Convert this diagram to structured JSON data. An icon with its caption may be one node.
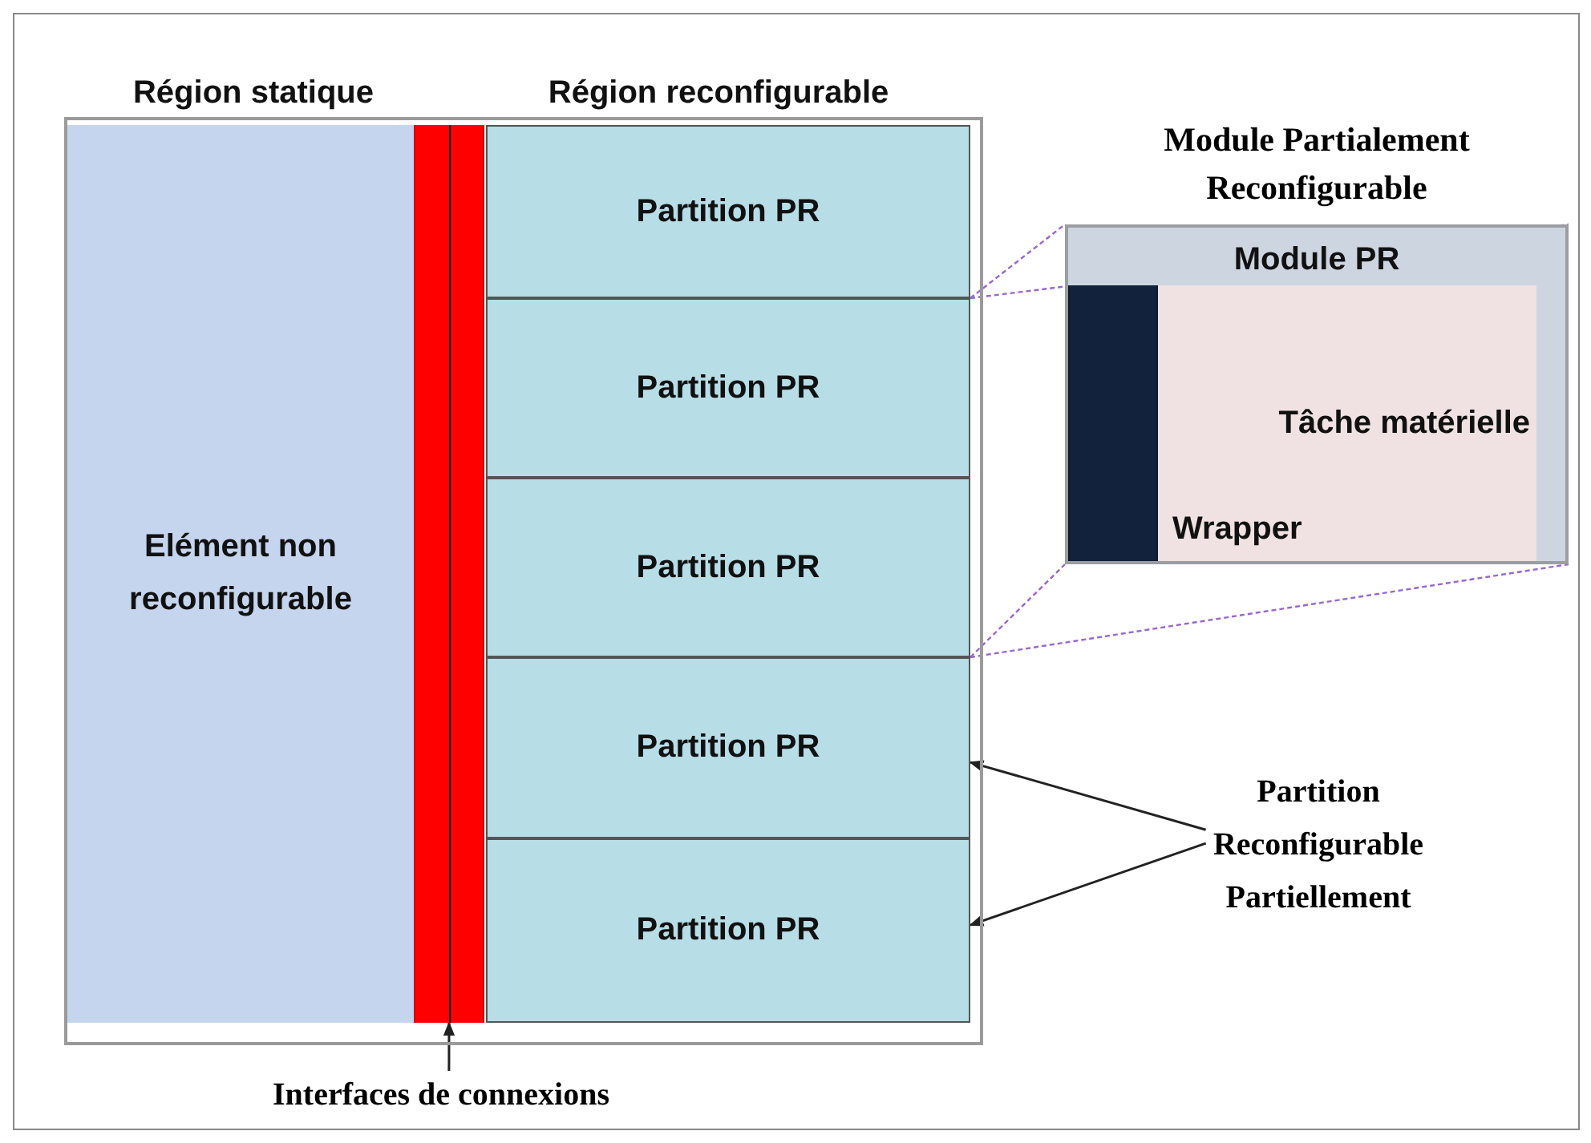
{
  "diagram": {
    "nodes": [
      {
        "text": [],
        "shape": "box"
      },
      {
        "text": [
          "Elément non reconfigurable"
        ],
        "in": 0
      },
      {
        "text": [],
        "shape": "bar",
        "in": 0
      },
      {
        "text": [
          "Partition PR"
        ],
        "in": 0
      },
      {
        "text": [
          "Partition PR"
        ],
        "in": 0
      },
      {
        "text": [
          "Partition PR"
        ],
        "in": 0
      },
      {
        "text": [
          "Partition PR"
        ],
        "in": 0
      },
      {
        "text": [
          "Partition PR"
        ],
        "in": 0
      },
      {
        "text": [
          "Module Partialement Reconfigurable",
          "Module PR"
        ]
      },
      {
        "text": [],
        "shape": "bar",
        "in": 8,
        "beside": [
          "Wrapper"
        ]
      },
      {
        "text": [
          "Tâche matérielle"
        ],
        "in": 8
      },
      {
        "text": [
          "Partition Reconfigurable Partiellement"
        ]
      },
      {
        "text": [
          "Interfaces de connexions"
        ]
      }
    ],
    "edges": [
      {
        "from": 4,
        "to": 8,
        "arrow": "none",
        "style": "dashed",
        "color": "#9966cc"
      },
      {
        "from": 4,
        "to": 8,
        "arrow": "none",
        "style": "dashed",
        "color": "#9966cc"
      },
      {
        "from": 5,
        "to": 8,
        "arrow": "none",
        "style": "dashed",
        "color": "#9966cc"
      },
      {
        "from": 5,
        "to": 8,
        "arrow": "none",
        "style": "dashed",
        "color": "#9966cc"
      },
      {
        "from": 11,
        "to": 6,
        "arrow": "to",
        "color": "#222222"
      },
      {
        "from": 11,
        "to": 7,
        "arrow": "to",
        "color": "#222222"
      },
      {
        "from": 12,
        "to": 2,
        "arrow": "to",
        "color": "#222222"
      }
    ],
    "labels": [
      "Région statique",
      "Région reconfigurable"
    ]
  }
}
